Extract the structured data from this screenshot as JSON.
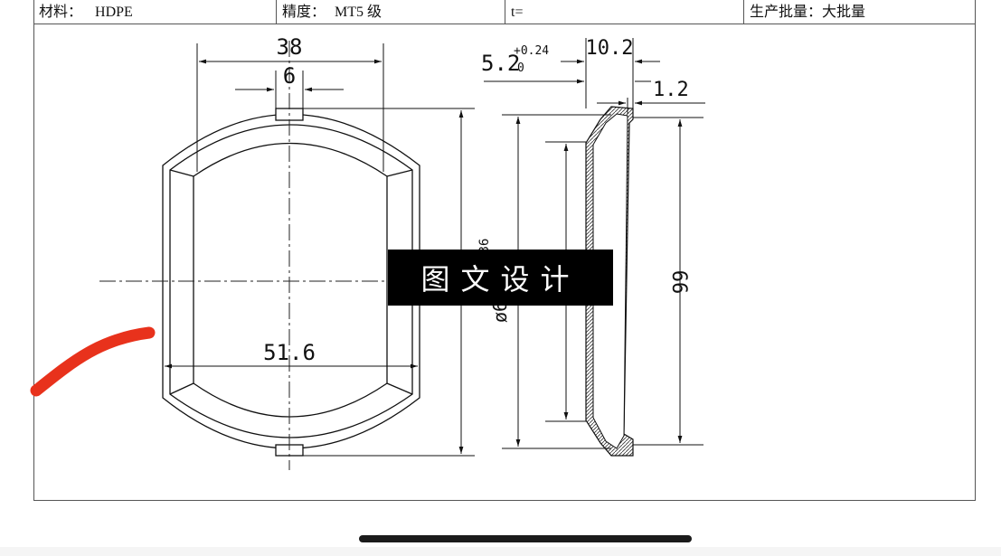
{
  "header": {
    "material_label": "材料：",
    "material_value": "HDPE",
    "precision_label": "精度：",
    "precision_value": "MT5 级",
    "thickness_label": "t=",
    "batch_label": "生产批量：大批量"
  },
  "dimensions": {
    "width_top": "38",
    "notch": "6",
    "width_bottom": "51.6",
    "depth_base": "5.2",
    "tol_upper": "+0.24",
    "tol_lower": "0",
    "overall_depth": "10.2",
    "wall": "1.2",
    "height": "66",
    "diameter_prefix": "ø6",
    "diameter_partial": "36"
  },
  "watermark": {
    "text": "图文设计"
  },
  "colors": {
    "annotation_stroke": "#e8321c",
    "line": "#111111"
  }
}
